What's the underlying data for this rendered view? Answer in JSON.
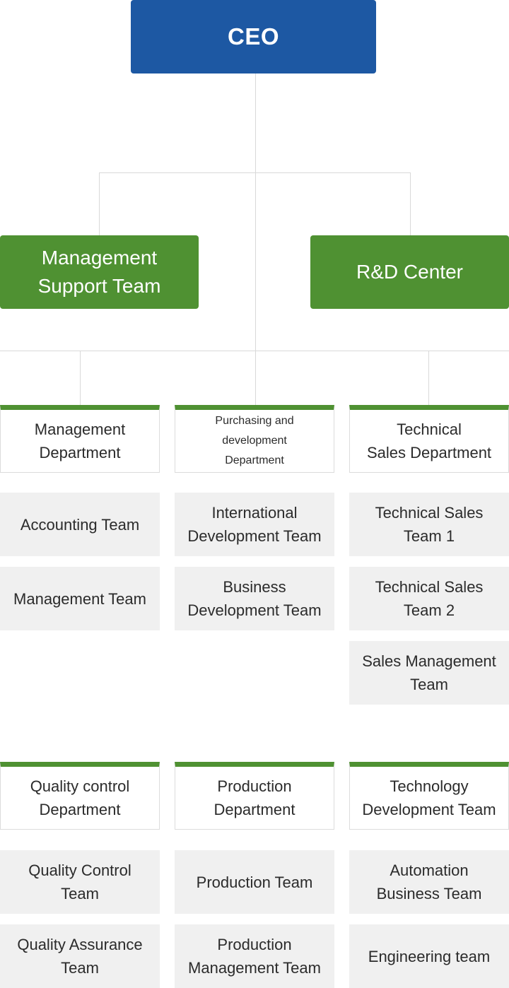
{
  "ceo": {
    "label": "CEO"
  },
  "level2": {
    "left": {
      "line1": "Management",
      "line2": "Support Team"
    },
    "right": {
      "label": "R&D Center"
    }
  },
  "departments_top": [
    {
      "line1": "Management",
      "line2": "Department",
      "line3": ""
    },
    {
      "line1": "Purchasing and",
      "line2": "development",
      "line3": "Department"
    },
    {
      "line1": "Technical",
      "line2": "Sales Department",
      "line3": ""
    }
  ],
  "teams_top": {
    "col1": [
      {
        "line1": "Accounting Team",
        "line2": ""
      },
      {
        "line1": "Management Team",
        "line2": ""
      }
    ],
    "col2": [
      {
        "line1": "International",
        "line2": "Development Team"
      },
      {
        "line1": "Business",
        "line2": "Development Team"
      }
    ],
    "col3": [
      {
        "line1": "Technical Sales",
        "line2": "Team 1"
      },
      {
        "line1": "Technical Sales",
        "line2": "Team 2"
      },
      {
        "line1": "Sales Management",
        "line2": "Team"
      }
    ]
  },
  "departments_bottom": [
    {
      "line1": "Quality control",
      "line2": "Department"
    },
    {
      "line1": "Production",
      "line2": "Department"
    },
    {
      "line1": "Technology",
      "line2": "Development Team"
    }
  ],
  "teams_bottom": {
    "col1": [
      {
        "line1": "Quality Control",
        "line2": "Team"
      },
      {
        "line1": "Quality Assurance",
        "line2": "Team"
      }
    ],
    "col2": [
      {
        "line1": "Production Team",
        "line2": ""
      },
      {
        "line1": "Production",
        "line2": "Management Team"
      }
    ],
    "col3": [
      {
        "line1": "Automation",
        "line2": "Business Team"
      },
      {
        "line1": "Engineering team",
        "line2": ""
      }
    ]
  }
}
